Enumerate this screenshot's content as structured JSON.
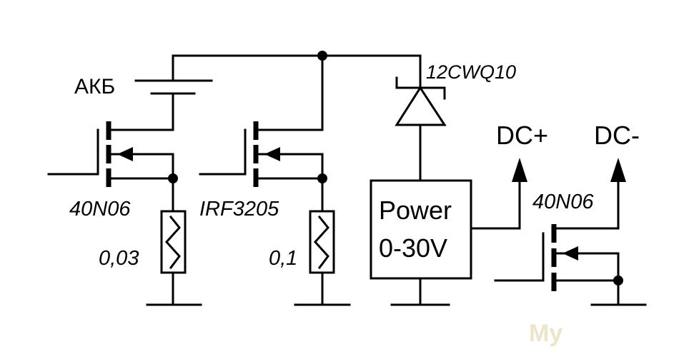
{
  "labels": {
    "battery": "АКБ",
    "mosfet_1": "40N06",
    "mosfet_2": "IRF3205",
    "mosfet_3": "40N06",
    "resistor_1": "0,03",
    "resistor_2": "0,1",
    "diode": "12CWQ10",
    "dc_plus": "DC+",
    "dc_minus": "DC-",
    "power_line1": "Power",
    "power_line2": "0-30V",
    "watermark": "My"
  }
}
